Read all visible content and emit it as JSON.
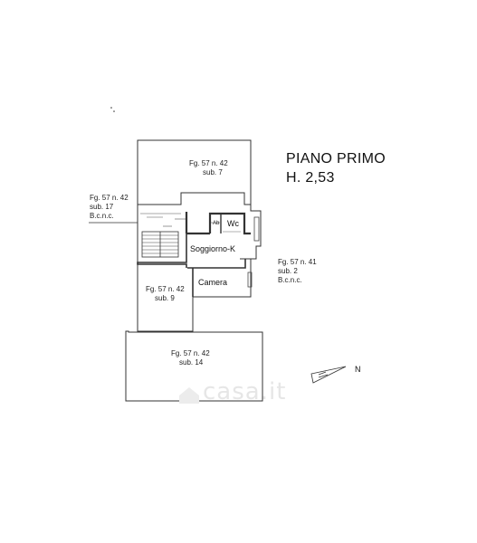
{
  "title": {
    "floor": "PIANO PRIMO",
    "height": "H. 2,53"
  },
  "parcels": {
    "sub7": {
      "line1": "Fg. 57 n. 42",
      "line2": "sub. 7"
    },
    "sub17": {
      "line1": "Fg. 57 n. 42",
      "line2": "sub. 17",
      "line3": "B.c.n.c."
    },
    "sub2": {
      "line1": "Fg. 57 n. 41",
      "line2": "sub. 2",
      "line3": "B.c.n.c."
    },
    "sub9": {
      "line1": "Fg. 57 n. 42",
      "line2": "sub. 9"
    },
    "sub14": {
      "line1": "Fg. 57 n. 42",
      "line2": "sub. 14"
    }
  },
  "rooms": {
    "antibagno": "Ab",
    "wc": "Wc",
    "soggiorno": "Soggiorno-K",
    "camera": "Camera"
  },
  "north_label": "N",
  "watermark": "casa.it",
  "colors": {
    "line": "#333333",
    "watermark": "#e6e6e6"
  }
}
